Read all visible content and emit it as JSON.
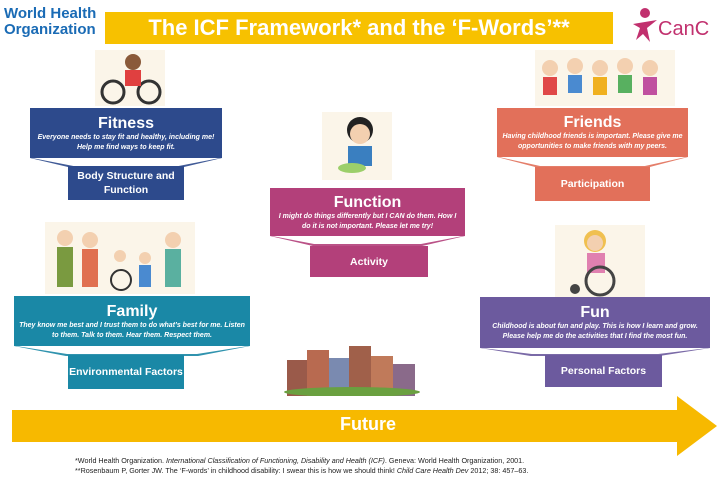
{
  "logos": {
    "who": [
      "World Health",
      "Organization"
    ],
    "canchild": "CanC"
  },
  "title": "The ICF Framework* and the ‘F-Words’**",
  "cards": {
    "fitness": {
      "title": "Fitness",
      "desc": "Everyone needs to stay fit and healthy, including me! Help me find ways to keep fit.",
      "icf": "Body Structure and Function",
      "color": "#2d4a8c"
    },
    "function": {
      "title": "Function",
      "desc": "I might do things differently but I CAN do them. How I do it is not important. Please let me try!",
      "icf": "Activity",
      "color": "#b3407a"
    },
    "friends": {
      "title": "Friends",
      "desc": "Having childhood friends is important. Please give me opportunities to make friends with my peers.",
      "icf": "Participation",
      "color": "#e2705a"
    },
    "family": {
      "title": "Family",
      "desc": "They know me best and I trust them to do what’s best for me. Listen to them. Talk to them. Hear them. Respect them.",
      "icf": "Environmental Factors",
      "color": "#1a88a6"
    },
    "fun": {
      "title": "Fun",
      "desc": "Childhood is about fun and play. This is how I learn and grow. Please help me do the activities that I find the most fun.",
      "icf": "Personal Factors",
      "color": "#6c5a9e"
    }
  },
  "future": "Future",
  "references": {
    "ref1_a": "*World Health Organization. ",
    "ref1_i": "International Classification of Functioning, Disability and Health (ICF)",
    "ref1_b": ". Geneva: World Health Organization, 2001.",
    "ref2_a": "**Rosenbaum P, Gorter JW. The ‘F-words’ in childhood disability: I swear this is how we should think! ",
    "ref2_i": "Child Care Health Dev",
    "ref2_b": " 2012; 38: 457–63."
  }
}
